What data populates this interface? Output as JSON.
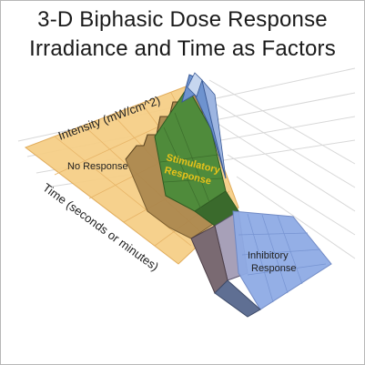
{
  "title": {
    "line1": "3-D Biphasic Dose Response",
    "line2": "Irradiance and Time as Factors"
  },
  "axes": {
    "intensity_label": "Intensity (mW/cm^2)",
    "time_label": "Time (seconds or minutes)"
  },
  "regions": {
    "no_response": "No Response",
    "stimulatory_line1": "Stimulatory",
    "stimulatory_line2": "Response",
    "inhibitory_line1": "Inhibitory",
    "inhibitory_line2": "Response"
  },
  "colors": {
    "no_response": "#f4c77c",
    "stimulatory": "#4e8a3a",
    "inhibitory": "#8ea9e3",
    "peak": "#5b7fbf",
    "stimulatory_text": "#e8c21a",
    "wall_shadow": "#8a6a3a"
  }
}
